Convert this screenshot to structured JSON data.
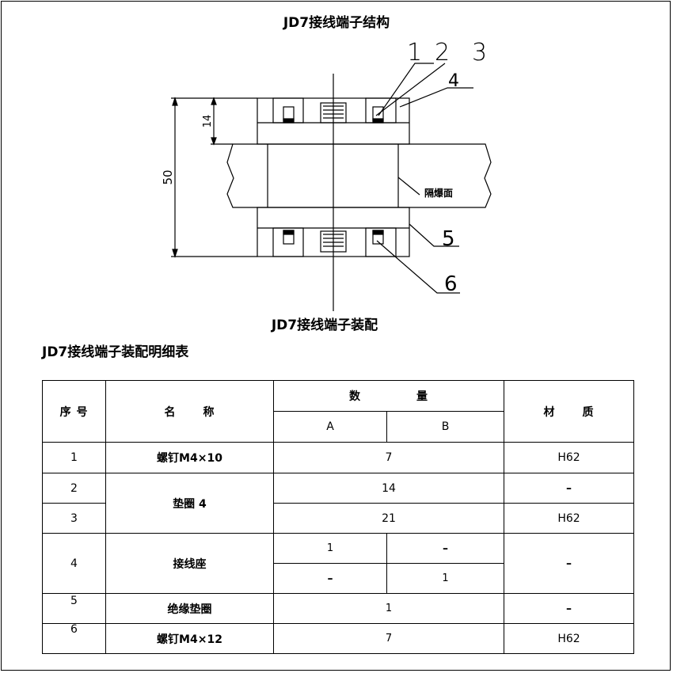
{
  "titles": {
    "structure": "JD7接线端子结构",
    "assembly": "JD7接线端子装配",
    "table": "JD7接线端子装配明细表"
  },
  "drawing": {
    "callouts": [
      "1",
      "2",
      "3",
      "4",
      "5",
      "6"
    ],
    "dim_total": "50",
    "dim_top": "14",
    "label_barrier": "隔爆面"
  },
  "table": {
    "header": {
      "no_a": "序",
      "no_b": "号",
      "name_a": "名",
      "name_b": "称",
      "qty_a": "数",
      "qty_b": "量",
      "col_a": "A",
      "col_b": "B",
      "mat_a": "材",
      "mat_b": "质"
    },
    "rows": {
      "r1": {
        "no": "1",
        "name": "螺钉M4×10",
        "qty": "7",
        "mat": "H62"
      },
      "r2": {
        "no": "2",
        "name": "垫圈 4",
        "qty": "14",
        "mat": "–"
      },
      "r3": {
        "no": "3",
        "qty": "21",
        "mat": "H62"
      },
      "r4": {
        "no": "4",
        "name": "接线座",
        "qa1": "1",
        "qb1": "–",
        "qa2": "–",
        "qb2": "1",
        "mat": "–"
      },
      "r5": {
        "no": "5",
        "name": "绝缘垫圈",
        "qty": "1",
        "mat": "–"
      },
      "r6": {
        "no": "6",
        "name": "螺钉M4×12",
        "qty": "7",
        "mat": "H62"
      }
    }
  }
}
